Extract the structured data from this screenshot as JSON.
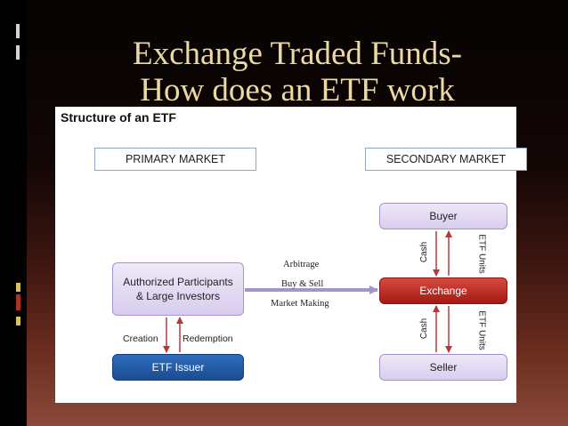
{
  "slide": {
    "title_line1": "Exchange Traded Funds-",
    "title_line2": "How does an ETF work"
  },
  "figure": {
    "heading": "Structure of an ETF",
    "markets": {
      "primary": "PRIMARY MARKET",
      "secondary": "SECONDARY MARKET"
    },
    "nodes": {
      "authorized_line1": "Authorized Participants",
      "authorized_line2": "& Large Investors",
      "etf_issuer": "ETF Issuer",
      "buyer": "Buyer",
      "exchange": "Exchange",
      "seller": "Seller"
    },
    "edge_labels": {
      "arbitrage": "Arbitrage",
      "buy_sell": "Buy & Sell",
      "market_making": "Market Making",
      "creation": "Creation",
      "redemption": "Redemption",
      "cash_upper": "Cash",
      "etf_units_upper": "ETF Units",
      "cash_lower": "Cash",
      "etf_units_lower": "ETF Units"
    },
    "colors": {
      "title": "#ead9a4",
      "arrow": "#b23a3a",
      "exchange": "#b8231b",
      "issuer": "#22589f",
      "purple_node": "#ddd2ef"
    }
  }
}
